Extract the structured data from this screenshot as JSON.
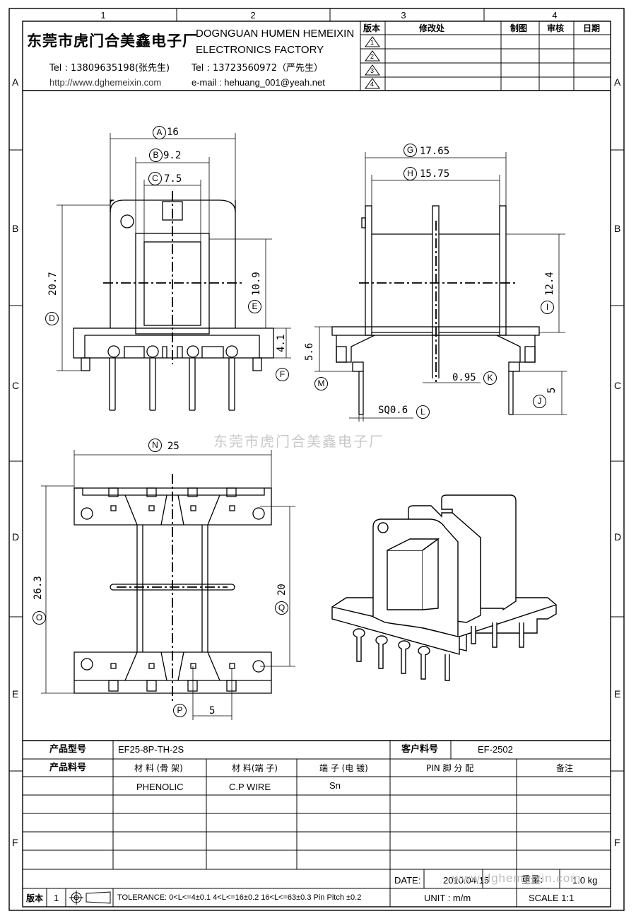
{
  "zones": {
    "columns": [
      "1",
      "2",
      "3",
      "4"
    ],
    "rows": [
      "A",
      "B",
      "C",
      "D",
      "E",
      "F"
    ]
  },
  "header": {
    "company_cn": "东莞市虎门合美鑫电子厂",
    "company_en_line1": "DOGNGUAN HUMEN HEMEIXIN",
    "company_en_line2": "ELECTRONICS FACTORY",
    "tel1": "Tel : 13809635198(张先生)",
    "tel2": "Tel : 13723560972（严先生）",
    "website": "http://www.dghemeixin.com",
    "email": "e-mail : hehuang_001@yeah.net"
  },
  "revision_table": {
    "headers": [
      "版本",
      "修改处",
      "制图",
      "审核",
      "日期"
    ],
    "rows": [
      "1",
      "2",
      "3",
      "4"
    ]
  },
  "dimensions": {
    "A": {
      "letter": "A",
      "value": "16"
    },
    "B": {
      "letter": "B",
      "value": "9.2"
    },
    "C": {
      "letter": "C",
      "value": "7.5"
    },
    "D": {
      "letter": "D",
      "value": "20.7"
    },
    "E": {
      "letter": "E",
      "value": "10.9"
    },
    "F": {
      "letter": "F",
      "value": "4.1"
    },
    "G": {
      "letter": "G",
      "value": "17.65"
    },
    "H": {
      "letter": "H",
      "value": "15.75"
    },
    "I": {
      "letter": "I",
      "value": "12.4"
    },
    "J": {
      "letter": "J",
      "value": "5"
    },
    "K": {
      "letter": "K",
      "value": "0.95"
    },
    "L": {
      "letter": "L",
      "value": "SQ0.6"
    },
    "M": {
      "letter": "M",
      "value": "5.6"
    },
    "N": {
      "letter": "N",
      "value": "25"
    },
    "O": {
      "letter": "O",
      "value": "26.3"
    },
    "P": {
      "letter": "P",
      "value": "5"
    },
    "Q": {
      "letter": "Q",
      "value": "20"
    }
  },
  "watermark": "东莞市虎门合美鑫电子厂",
  "title_block": {
    "product_model_label": "产品型号",
    "product_model_value": "EF25-8P-TH-2S",
    "customer_part_label": "客户料号",
    "customer_part_value": "EF-2502",
    "product_part_label": "产品料号",
    "material_bobbin_label": "材 料 (骨 架)",
    "material_terminal_label": "材 料(端 子)",
    "terminal_plating_label": "端 子 (电 镀)",
    "pin_assignment_label": "PIN 脚 分 配",
    "remarks_label": "备注",
    "material_bobbin_value": "PHENOLIC",
    "material_terminal_value": "C.P WIRE",
    "terminal_plating_value": "Sn",
    "date_label": "DATE:",
    "date_value": "2010.04.15",
    "weight_label": "重量:",
    "weight_value": "1.0 kg",
    "revision_label": "版本",
    "revision_value": "1",
    "tolerance": "TOLERANCE:  0<L<=4±0.1  4<L<=16±0.2  16<L<=63±0.3  Pin Pitch  ±0.2",
    "unit": "UNIT :  m/m",
    "scale": "SCALE   1:1",
    "footer_watermark": "www.dghemeixin.com"
  }
}
